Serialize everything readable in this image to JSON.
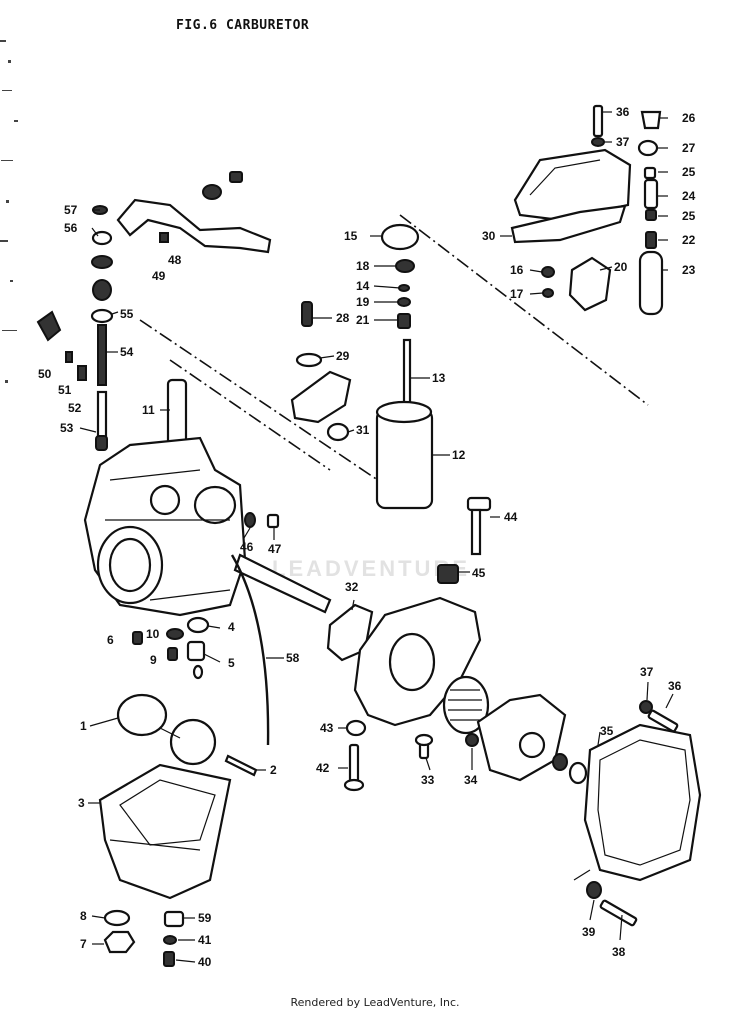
{
  "title": "FIG.6   CARBURETOR",
  "watermark": "LEADVENTURE",
  "footer": "Rendered by LeadVenture, Inc.",
  "callouts": [
    "1",
    "2",
    "3",
    "4",
    "5",
    "6",
    "7",
    "8",
    "9",
    "10",
    "11",
    "12",
    "13",
    "14",
    "15",
    "16",
    "17",
    "18",
    "19",
    "20",
    "21",
    "22",
    "23",
    "24",
    "25",
    "25",
    "26",
    "27",
    "28",
    "29",
    "30",
    "31",
    "32",
    "33",
    "34",
    "35",
    "36",
    "36",
    "37",
    "37",
    "38",
    "39",
    "40",
    "41",
    "42",
    "43",
    "44",
    "45",
    "46",
    "47",
    "48",
    "49",
    "50",
    "51",
    "52",
    "53",
    "54",
    "55",
    "56",
    "57",
    "58",
    "59"
  ]
}
